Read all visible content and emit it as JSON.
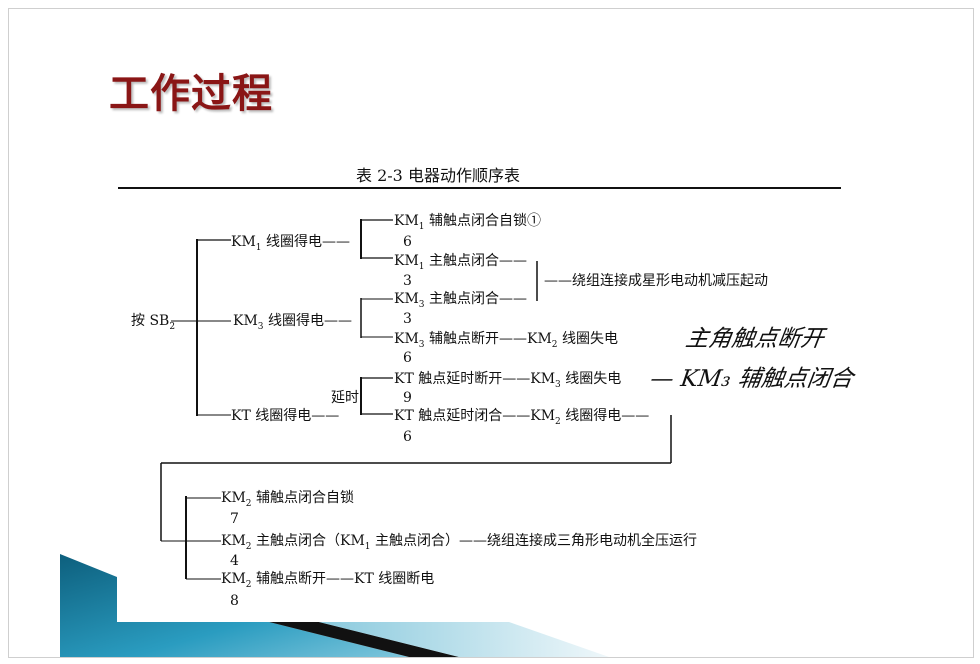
{
  "slide": {
    "title": "工作过程",
    "table_caption": "表 2-3  电器动作顺序表"
  },
  "diagram": {
    "root": "按 SB",
    "root_sub": "2",
    "delay_label": "延时",
    "branches": [
      {
        "coil": "KM",
        "sub": "1",
        "text": " 线圈得电——"
      },
      {
        "coil": "KM",
        "sub": "3",
        "text": " 线圈得电——"
      },
      {
        "coil": "KT",
        "sub": "",
        "text": "  线圈得电——"
      }
    ],
    "actions": [
      {
        "pre": "KM",
        "sub": "1",
        "text": " 辅触点闭合自锁①",
        "step": "6"
      },
      {
        "pre": "KM",
        "sub": "1",
        "text": " 主触点闭合——",
        "step": "3"
      },
      {
        "pre": "KM",
        "sub": "3",
        "text": " 主触点闭合——",
        "step": "3"
      },
      {
        "pre": "KM",
        "sub": "3",
        "text": " 辅触点断开——KM",
        "post_sub": "2",
        "post": " 线圈失电",
        "step": "6"
      },
      {
        "pre": "KT",
        "sub": "",
        "text": " 触点延时断开——KM",
        "post_sub": "3",
        "post": " 线圈失电",
        "step": "9"
      },
      {
        "pre": "KT",
        "sub": "",
        "text": " 触点延时闭合——KM",
        "post_sub": "2",
        "post": " 线圈得电——",
        "step": "6"
      }
    ],
    "star_result": "——绕组连接成星形电动机减压起动",
    "second_stage": [
      {
        "pre": "KM",
        "sub": "2",
        "text": " 辅触点闭合自锁",
        "step": "7"
      },
      {
        "pre": "KM",
        "sub": "2",
        "text": " 主触点闭合（KM",
        "post_sub": "1",
        "post": " 主触点闭合）——绕组连接成三角形电动机全压运行",
        "step": "4"
      },
      {
        "pre": "KM",
        "sub": "2",
        "text": " 辅触点断开——KT 线圈断电",
        "step": "8"
      }
    ],
    "handwritten_note": {
      "line1": "主角触点断开",
      "line2": "— KM₃ 辅触点闭合"
    }
  },
  "colors": {
    "title": "#8a1616",
    "accent_teal": "#1a7fa0"
  }
}
